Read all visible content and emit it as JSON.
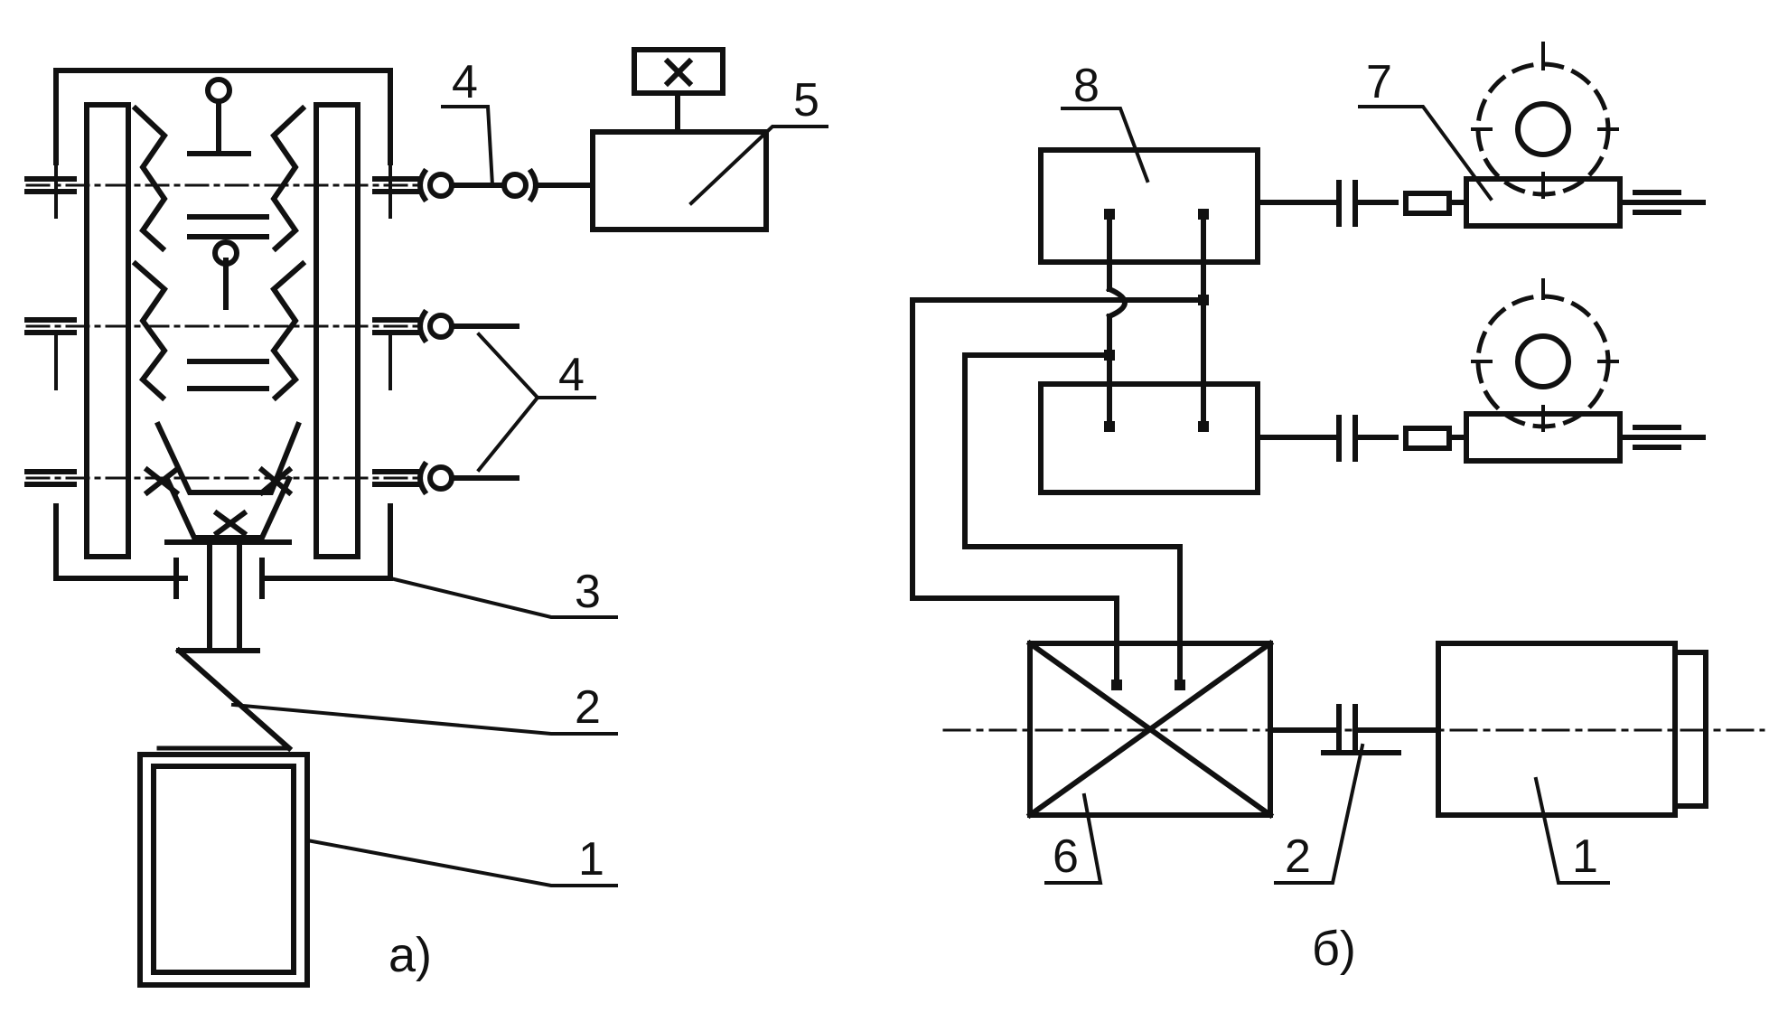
{
  "diagram_a": {
    "callouts": [
      "4",
      "5",
      "4",
      "3",
      "2",
      "1"
    ],
    "caption": "а)"
  },
  "diagram_b": {
    "callouts": [
      "8",
      "7",
      "6",
      "2",
      "1"
    ],
    "caption": "б)"
  },
  "colors": {
    "ink": "#111111",
    "background": "#ffffff"
  }
}
